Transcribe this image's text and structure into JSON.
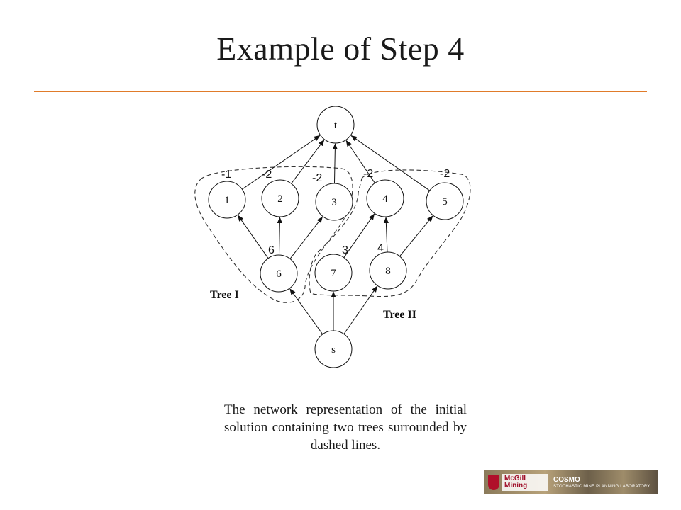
{
  "title": "Example of Step 4",
  "diagram": {
    "nodes": [
      {
        "id": "t",
        "label": "t"
      },
      {
        "id": "1",
        "label": "1"
      },
      {
        "id": "2",
        "label": "2"
      },
      {
        "id": "3",
        "label": "3"
      },
      {
        "id": "4",
        "label": "4"
      },
      {
        "id": "5",
        "label": "5"
      },
      {
        "id": "6",
        "label": "6"
      },
      {
        "id": "7",
        "label": "7"
      },
      {
        "id": "8",
        "label": "8"
      },
      {
        "id": "s",
        "label": "s"
      }
    ],
    "edges": [
      {
        "from": "1",
        "to": "t",
        "label": "-1"
      },
      {
        "from": "2",
        "to": "t",
        "label": "-2"
      },
      {
        "from": "3",
        "to": "t",
        "label": "-2"
      },
      {
        "from": "4",
        "to": "t",
        "label": "-2"
      },
      {
        "from": "5",
        "to": "t",
        "label": "-2"
      },
      {
        "from": "6",
        "to": "1",
        "label": ""
      },
      {
        "from": "6",
        "to": "2",
        "label": "6"
      },
      {
        "from": "6",
        "to": "3",
        "label": ""
      },
      {
        "from": "7",
        "to": "4",
        "label": "3"
      },
      {
        "from": "8",
        "to": "4",
        "label": "4"
      },
      {
        "from": "8",
        "to": "5",
        "label": ""
      },
      {
        "from": "s",
        "to": "6",
        "label": ""
      },
      {
        "from": "s",
        "to": "7",
        "label": ""
      },
      {
        "from": "s",
        "to": "8",
        "label": ""
      }
    ],
    "groups": [
      {
        "id": "tree1",
        "label": "Tree I"
      },
      {
        "id": "tree2",
        "label": "Tree II"
      }
    ]
  },
  "caption": "The network representation of the initial solution containing two trees surrounded by dashed lines.",
  "logo": {
    "mcgill": "McGill Mining",
    "cosmo": "COSMO",
    "cosmo_sub": "STOCHASTIC MINE PLANNING LABORATORY"
  }
}
